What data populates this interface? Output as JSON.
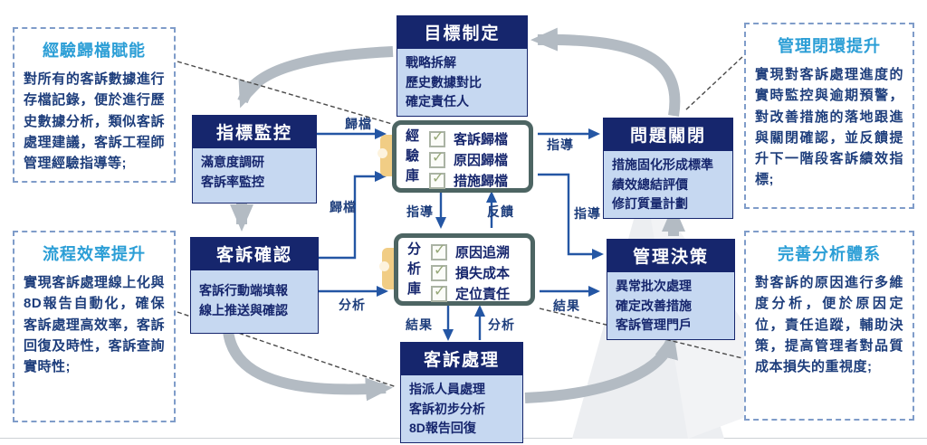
{
  "annotations": {
    "top_left": {
      "title": "經驗歸檔賦能",
      "body": "對所有的客訴數據進行存檔記錄，便於進行歷史數據分析，類似客訴處理建議，客訴工程師管理經驗指導等;"
    },
    "bottom_left": {
      "title": "流程效率提升",
      "body": "實現客訴處理線上化與8D報告自動化，確保客訴處理高效率，客訴回復及時性，客訴查詢實時性;"
    },
    "top_right": {
      "title": "管理閉環提升",
      "body": "實現對客訴處理進度的實時監控與逾期預警，對改善措施的落地跟進與關閉確認，並反饋提升下一階段客訴績效指標;"
    },
    "bottom_right": {
      "title": "完善分析體系",
      "body": "對客訴的原因進行多維度分析，便於原因定位，責任追蹤，輔助決策，提高管理者對品質成本損失的重視度;"
    }
  },
  "boxes": {
    "goal": {
      "title": "目標制定",
      "items": [
        "戰略拆解",
        "歷史數據對比",
        "確定責任人"
      ]
    },
    "monitor": {
      "title": "指標監控",
      "items": [
        "滿意度調研",
        "客訴率監控"
      ]
    },
    "confirm": {
      "title": "客訴確認",
      "items": [
        "客訴行動端填報",
        "線上推送與確認"
      ]
    },
    "close": {
      "title": "問題關閉",
      "items": [
        "措施固化形成標準",
        "績效總結評價",
        "修訂質量計劃"
      ]
    },
    "decision": {
      "title": "管理決策",
      "items": [
        "異常批次處理",
        "確定改善措施",
        "客訴管理門戶"
      ]
    },
    "handle": {
      "title": "客訴處理",
      "items": [
        "指派人員處理",
        "客訴初步分析",
        "8D報告回復"
      ]
    }
  },
  "databases": {
    "experience": {
      "label": "經驗庫",
      "items": [
        "客訴歸檔",
        "原因歸檔",
        "措施歸檔"
      ]
    },
    "analysis": {
      "label": "分析庫",
      "items": [
        "原因追溯",
        "損失成本",
        "定位責任"
      ]
    }
  },
  "edge_labels": {
    "archive1": "歸檔",
    "archive2": "歸檔",
    "analyze1": "分析",
    "guide1": "指導",
    "guide2": "指導",
    "guide3": "指導",
    "feedback": "反饋",
    "result1": "結果",
    "analyze2": "分析",
    "result2": "結果"
  },
  "colors": {
    "header_navy": "#16266d",
    "body_light_blue": "#c6d8f1",
    "note_title_teal": "#2b9ed6",
    "note_border": "#7f9cc9",
    "arrow_blue": "#2456a4",
    "cycle_gray": "#b3bbc3",
    "db_border": "#4d6563",
    "db_tab_yellow": "#f1cd85",
    "check_green": "#97a878",
    "text_navy": "#1e3e7c"
  }
}
